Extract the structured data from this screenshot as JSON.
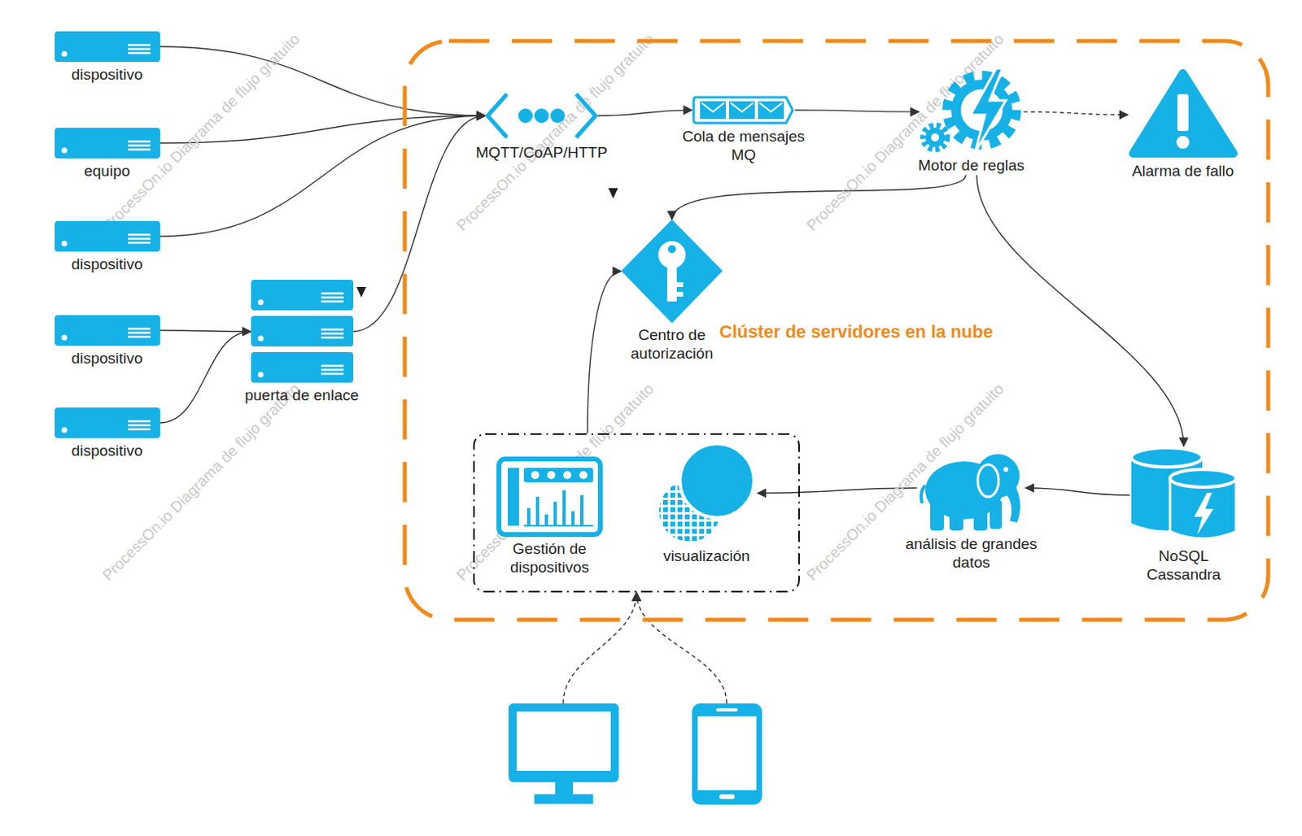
{
  "diagram": {
    "nodes": [
      {
        "text": [
          "dispositivo"
        ]
      },
      {
        "text": [
          "equipo"
        ]
      },
      {
        "text": [
          "dispositivo"
        ]
      },
      {
        "text": [
          "dispositivo"
        ]
      },
      {
        "text": [
          "dispositivo"
        ]
      },
      {
        "text": [
          "puerta de enlace"
        ]
      },
      {
        "text": [
          "Clúster de servidores en la nube"
        ]
      },
      {
        "text": [
          "MQTT/CoAP/HTTP"
        ],
        "in": 6
      },
      {
        "text": [
          "Cola de mensajes MQ"
        ],
        "in": 6
      },
      {
        "text": [
          "Motor de reglas"
        ],
        "in": 6
      },
      {
        "text": [
          "Alarma de fallo"
        ],
        "in": 6
      },
      {
        "text": [
          "Centro de autorización"
        ],
        "in": 6
      },
      {
        "text": [],
        "in": 6
      },
      {
        "text": [
          "Gestión de dispositivos"
        ],
        "in": 12
      },
      {
        "text": [
          "visualización"
        ],
        "in": 12
      },
      {
        "text": [
          "análisis de grandes datos"
        ],
        "in": 6
      },
      {
        "text": [
          "NoSQL Cassandra"
        ],
        "in": 6
      },
      {
        "text": []
      },
      {
        "text": []
      }
    ],
    "edges": [
      {
        "from": 0,
        "to": 7,
        "arrow": "to"
      },
      {
        "from": 1,
        "to": 7,
        "arrow": "to"
      },
      {
        "from": 2,
        "to": 7,
        "arrow": "to"
      },
      {
        "from": 3,
        "to": 5,
        "arrow": "to"
      },
      {
        "from": 4,
        "to": 5,
        "arrow": "to"
      },
      {
        "from": 5,
        "to": 7,
        "arrow": "to"
      },
      {
        "from": 7,
        "to": 8,
        "arrow": "to"
      },
      {
        "from": 8,
        "to": 9,
        "arrow": "to"
      },
      {
        "from": 9,
        "to": 10,
        "arrow": "to"
      },
      {
        "from": 9,
        "to": 11,
        "arrow": "to"
      },
      {
        "from": 9,
        "to": 16,
        "arrow": "to"
      },
      {
        "from": 16,
        "to": 15,
        "arrow": "to"
      },
      {
        "from": 15,
        "to": 14,
        "arrow": "to"
      },
      {
        "from": 12,
        "to": 11,
        "arrow": "to"
      },
      {
        "from": 17,
        "to": 12,
        "arrow": "to"
      },
      {
        "from": 18,
        "to": 12,
        "arrow": "to"
      }
    ],
    "labels": [
      "ProcessOn.io Diagrama de flujo gratuito",
      "ProcessOn.io Diagrama de flujo gratuito",
      "ProcessOn.io Diagrama de flujo gratuito",
      "ProcessOn.io Diagrama de flujo gratuito",
      "ProcessOn.io Diagrama de flujo gratuito",
      "ProcessOn.io Diagrama de flujo gratuito"
    ]
  }
}
